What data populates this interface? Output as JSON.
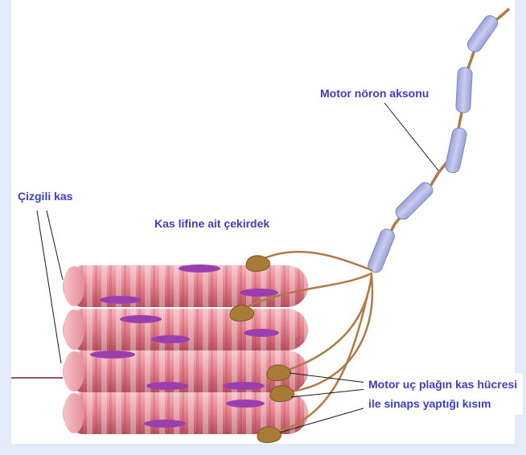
{
  "labels": {
    "striated_muscle": "Çizgili kas",
    "muscle_fiber_nucleus": "Kas lifine ait çekirdek",
    "motor_neuron_axon": "Motor nöron aksonu",
    "motor_end_plate": "Motor uç plağın kas hücresi ile sinaps yaptığı kısım"
  },
  "colors": {
    "label_text": "#3d3dc8",
    "muscle_fiber": "#e8838f",
    "nucleus": "#9b3fb0",
    "axon": "#b07a46",
    "myelin": "#b7bde3",
    "end_plate": "#a97b39",
    "background_strip": "#e2ebf6"
  }
}
